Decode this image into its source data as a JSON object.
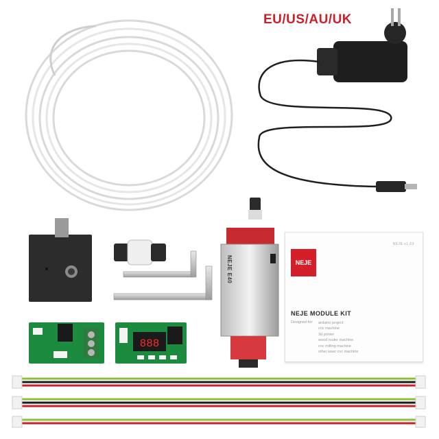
{
  "header": {
    "region_title": "EU/US/AU/UK",
    "title_color": "#cc1f2a"
  },
  "module": {
    "brand_text": "NEJE E40"
  },
  "manual": {
    "logo_text": "NEJE",
    "version": "NEJE v1.03",
    "title": "NEJE MODULE KIT",
    "designed_for_label": "Designed for:",
    "applications": [
      "arduino project",
      "cnc machine",
      "3d printer",
      "wood router machine",
      "cnc milling machine",
      "other laser cnc machine"
    ]
  },
  "display": {
    "readout": "888"
  },
  "icons": {
    "adapter": "power-adapter-icon",
    "tube": "air-tube-coil-icon",
    "wrench": "hex-key-icon"
  },
  "colors": {
    "brand_red": "#d41f2a",
    "pcb_green": "#1c8a3f",
    "adapter_black": "#1e1e1e",
    "cable_green": "#8fbf3a",
    "cable_red": "#c8202a"
  }
}
